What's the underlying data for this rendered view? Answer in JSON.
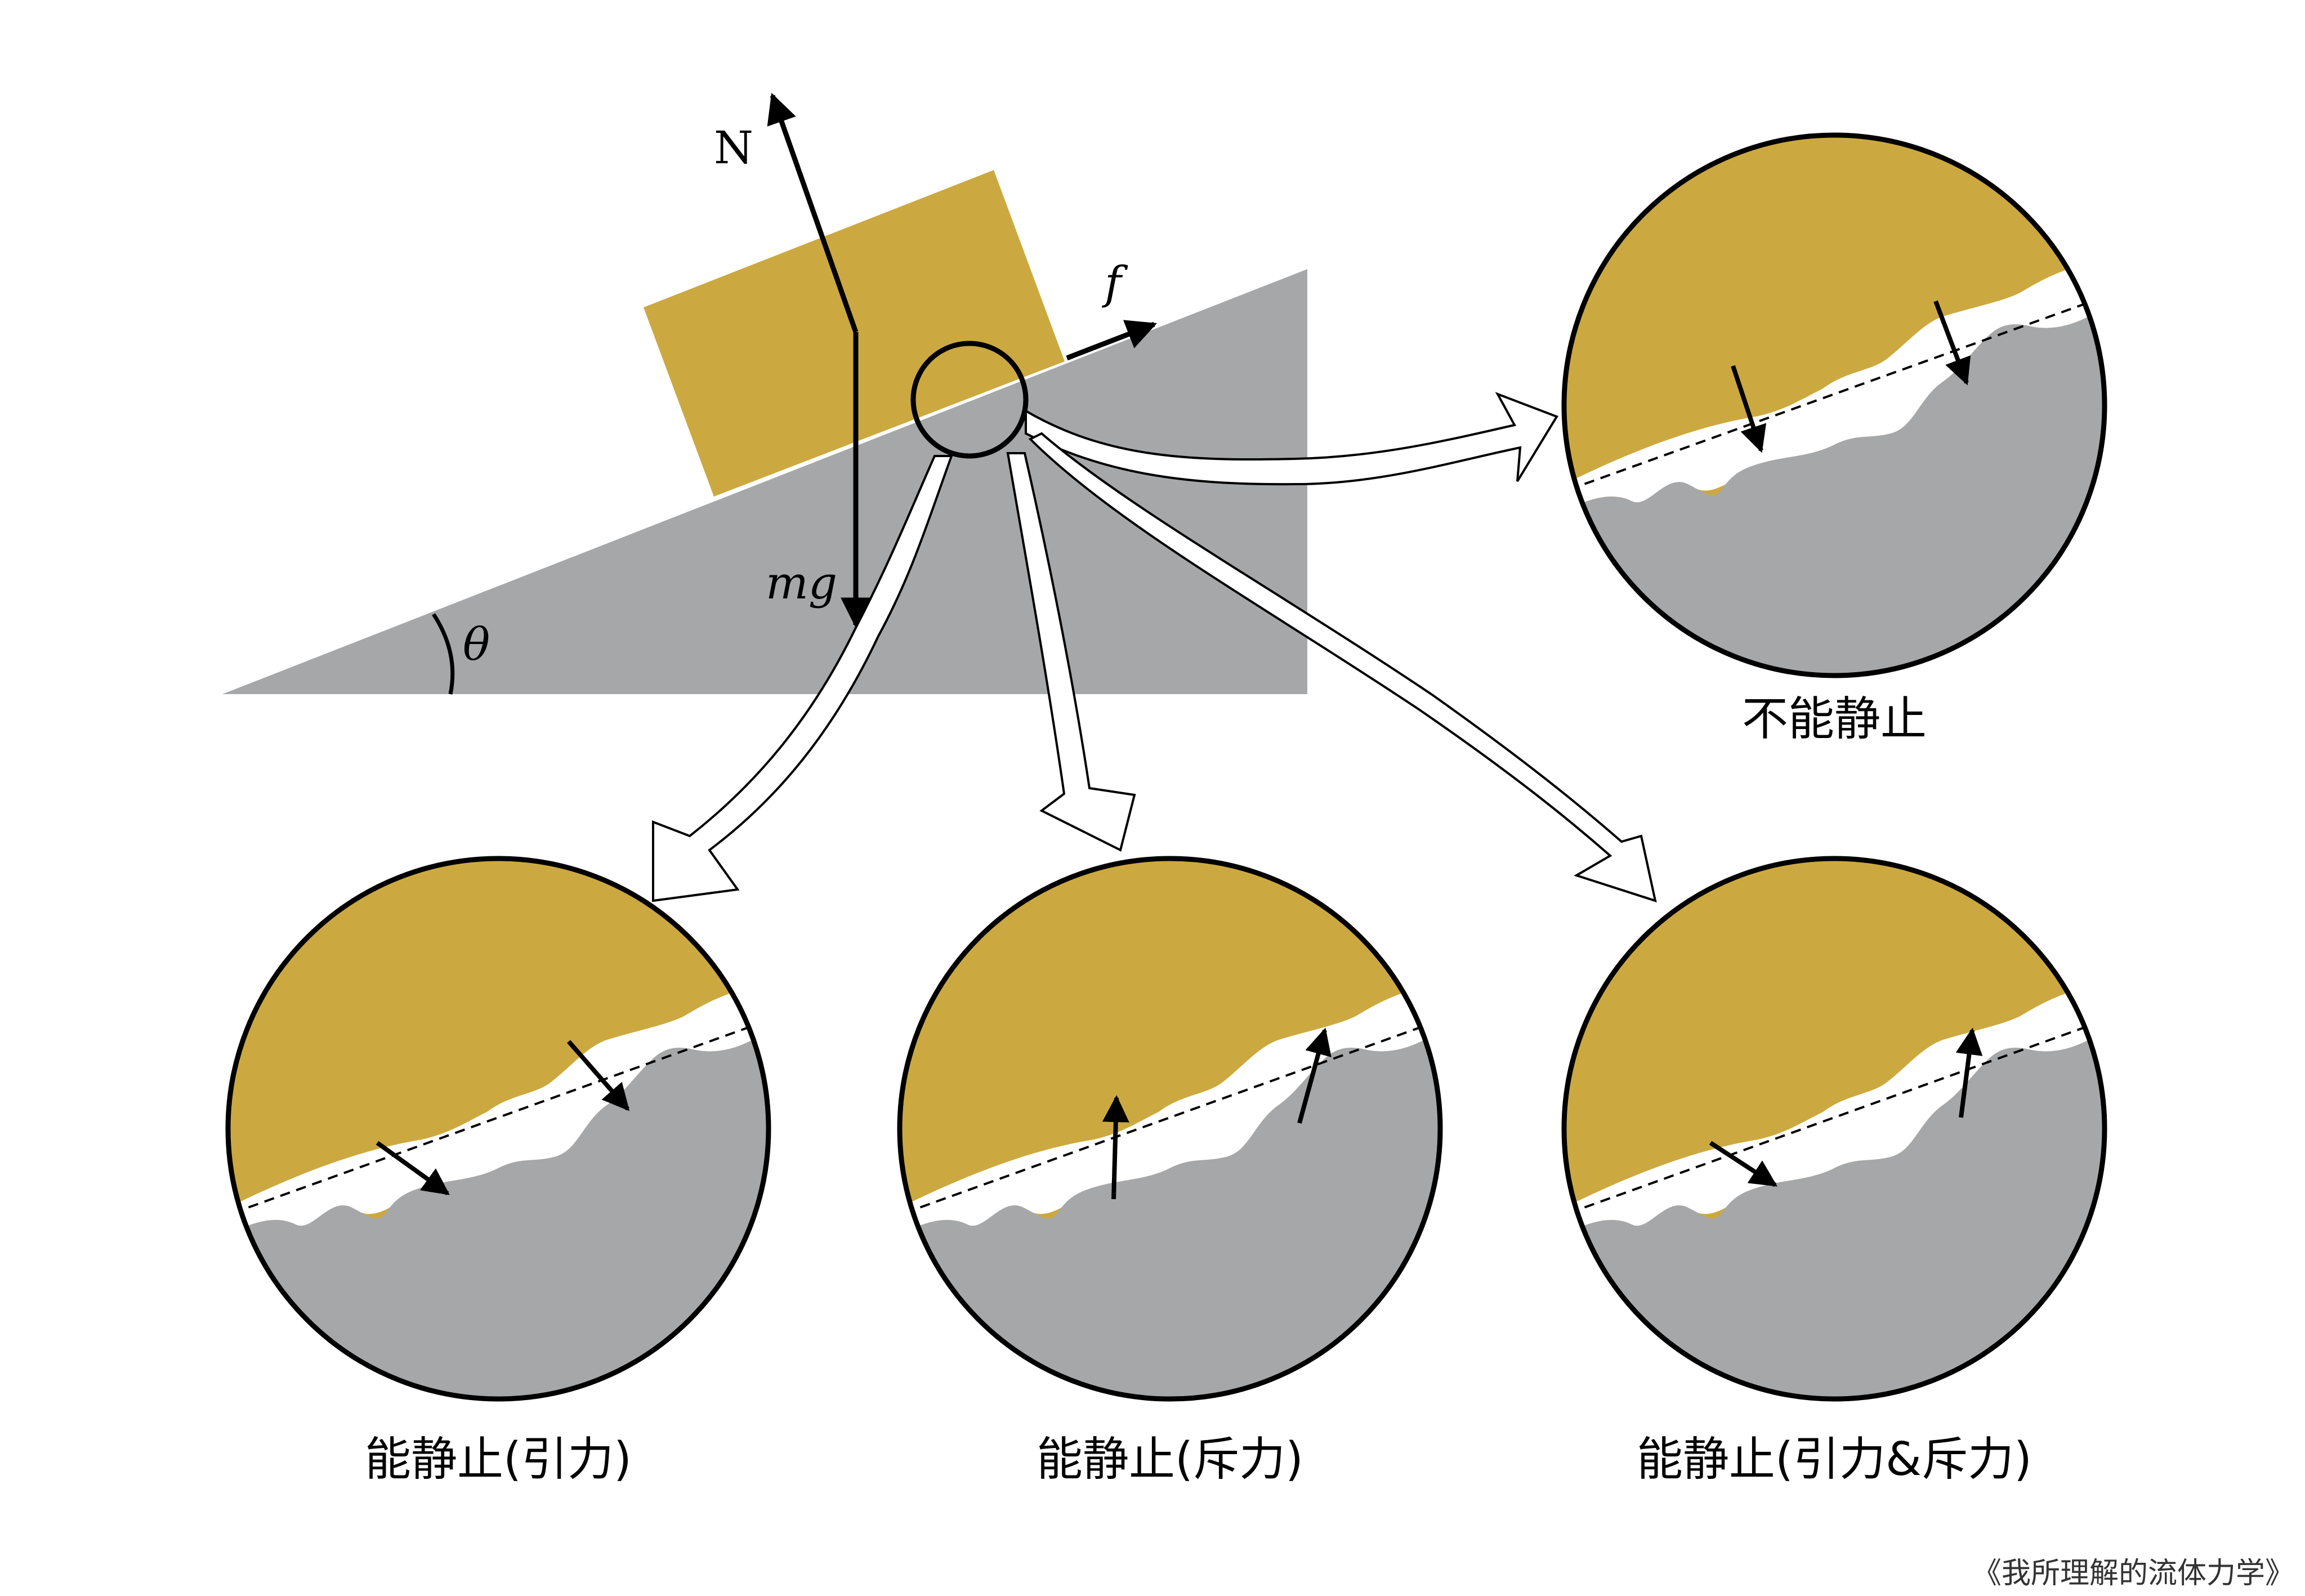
{
  "colors": {
    "block": "#CCA940",
    "incline": "#A6A7A9",
    "outline": "#000000",
    "gap": "#FFFFFF"
  },
  "force_labels": {
    "normal": "N",
    "gravity": "mg",
    "friction": "f",
    "angle": "θ"
  },
  "captions": {
    "top_right": "不能静止",
    "bottom_left": "能静止(引力)",
    "bottom_middle": "能静止(斥力)",
    "bottom_right": "能静止(引力&斥力)"
  },
  "watermark": "《我所理解的流体力学》",
  "panels": [
    {
      "id": "top_right",
      "arrows": [
        "down",
        "down"
      ]
    },
    {
      "id": "bottom_left",
      "arrows": [
        "down",
        "down"
      ]
    },
    {
      "id": "bottom_middle",
      "arrows": [
        "up",
        "up"
      ]
    },
    {
      "id": "bottom_right",
      "arrows": [
        "down",
        "up"
      ]
    }
  ]
}
